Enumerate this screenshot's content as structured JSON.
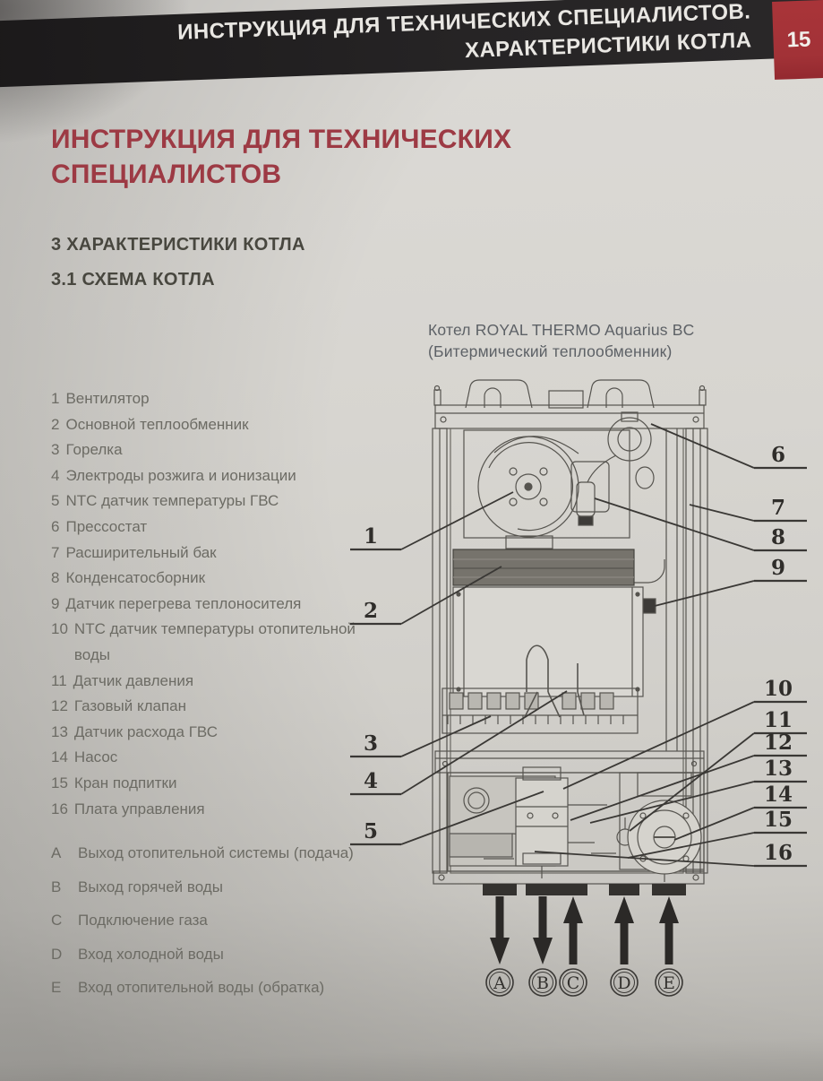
{
  "header": {
    "line1": "ИНСТРУКЦИЯ ДЛЯ ТЕХНИЧЕСКИХ СПЕЦИАЛИСТОВ.",
    "line2": "ХАРАКТЕРИСТИКИ КОТЛА",
    "page_number": "15"
  },
  "title": {
    "line1": "ИНСТРУКЦИЯ ДЛЯ ТЕХНИЧЕСКИХ",
    "line2": "СПЕЦИАЛИСТОВ"
  },
  "sections": {
    "chapter": "3 ХАРАКТЕРИСТИКИ КОТЛА",
    "subchapter": "3.1 СХЕМА КОТЛА"
  },
  "diagram": {
    "caption_line1": "Котел ROYAL THERMO Aquarius BC",
    "caption_line2": "(Битермический теплообменник)",
    "parts": [
      {
        "num": "1",
        "label": "Вентилятор"
      },
      {
        "num": "2",
        "label": "Основной теплообменник"
      },
      {
        "num": "3",
        "label": "Горелка"
      },
      {
        "num": "4",
        "label": "Электроды розжига и ионизации"
      },
      {
        "num": "5",
        "label": "NTC датчик температуры ГВС"
      },
      {
        "num": "6",
        "label": "Прессостат"
      },
      {
        "num": "7",
        "label": "Расширительный бак"
      },
      {
        "num": "8",
        "label": "Конденсатосборник"
      },
      {
        "num": "9",
        "label": "Датчик перегрева теплоносителя"
      },
      {
        "num": "10",
        "label": "NTC датчик температуры отопительной воды"
      },
      {
        "num": "11",
        "label": "Датчик давления"
      },
      {
        "num": "12",
        "label": "Газовый клапан"
      },
      {
        "num": "13",
        "label": "Датчик расхода ГВС"
      },
      {
        "num": "14",
        "label": "Насос"
      },
      {
        "num": "15",
        "label": "Кран подпитки"
      },
      {
        "num": "16",
        "label": "Плата управления"
      }
    ],
    "connections": [
      {
        "letter": "A",
        "label": "Выход отопительной системы (подача)",
        "direction": "down"
      },
      {
        "letter": "B",
        "label": "Выход горячей воды",
        "direction": "down"
      },
      {
        "letter": "C",
        "label": "Подключение газа",
        "direction": "up"
      },
      {
        "letter": "D",
        "label": "Вход холодной воды",
        "direction": "up"
      },
      {
        "letter": "E",
        "label": "Вход отопительной воды (обратка)",
        "direction": "up"
      }
    ]
  },
  "colors": {
    "accent_red": "#9d3a44",
    "page_badge_red": "#a23237",
    "header_black": "#242223",
    "text_gray": "#6c6b64"
  }
}
